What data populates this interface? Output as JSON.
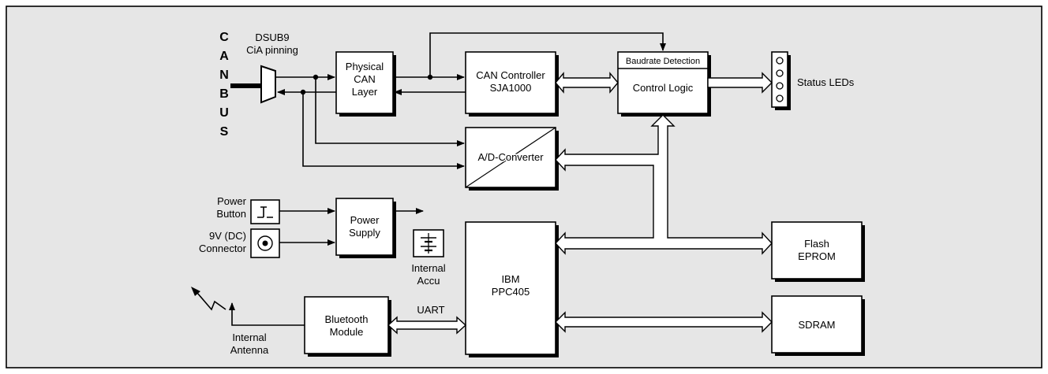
{
  "canbus_letters": [
    "C",
    "A",
    "N",
    "B",
    "U",
    "S"
  ],
  "connector": {
    "line1": "DSUB9",
    "line2": "CiA pinning"
  },
  "physical_layer": {
    "line1": "Physical",
    "line2": "CAN",
    "line3": "Layer"
  },
  "can_controller": {
    "line1": "CAN Controller",
    "line2": "SJA1000"
  },
  "baudrate_detection": "Baudrate Detection",
  "control_logic": "Control Logic",
  "status_leds": "Status LEDs",
  "adc": "A/D-Converter",
  "power_button": {
    "line1": "Power",
    "line2": "Button"
  },
  "dc_connector": {
    "line1": "9V (DC)",
    "line2": "Connector"
  },
  "power_supply": {
    "line1": "Power",
    "line2": "Supply"
  },
  "internal_accu": {
    "line1": "Internal",
    "line2": "Accu"
  },
  "cpu": {
    "line1": "IBM",
    "line2": "PPC405"
  },
  "flash": {
    "line1": "Flash",
    "line2": "EPROM"
  },
  "sdram": "SDRAM",
  "bluetooth": {
    "line1": "Bluetooth",
    "line2": "Module"
  },
  "uart": "UART",
  "antenna": {
    "line1": "Internal",
    "line2": "Antenna"
  },
  "colors": {
    "background": "#e6e6e6",
    "box_fill": "#ffffff",
    "stroke": "#000000"
  }
}
